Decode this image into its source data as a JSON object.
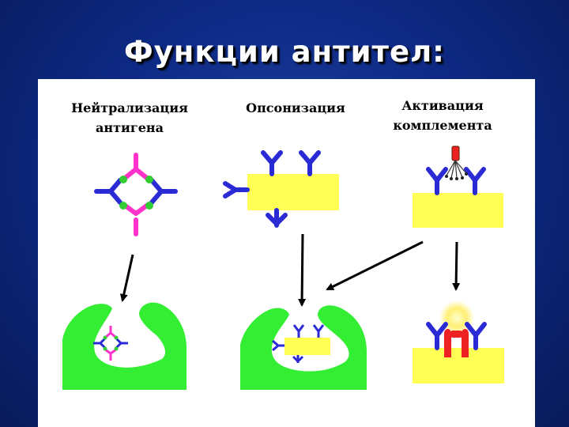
{
  "slide": {
    "title": "Функции антител:"
  },
  "panels": {
    "neutralization": {
      "label_line1": "Нейтрализация",
      "label_line2": "антигена"
    },
    "opsonization": {
      "label": "Опсонизация"
    },
    "complement": {
      "label_line1": "Активация",
      "label_line2": "комплемента"
    }
  },
  "colors": {
    "background": "#0e2a86",
    "antibody": "#2b2bd6",
    "toxin_antibody": "#ff33cc",
    "antigen_dot": "#33cc33",
    "cell": "#ffff55",
    "phagocyte": "#33ee33",
    "complement": "#ee2222",
    "arrow": "#000000"
  }
}
